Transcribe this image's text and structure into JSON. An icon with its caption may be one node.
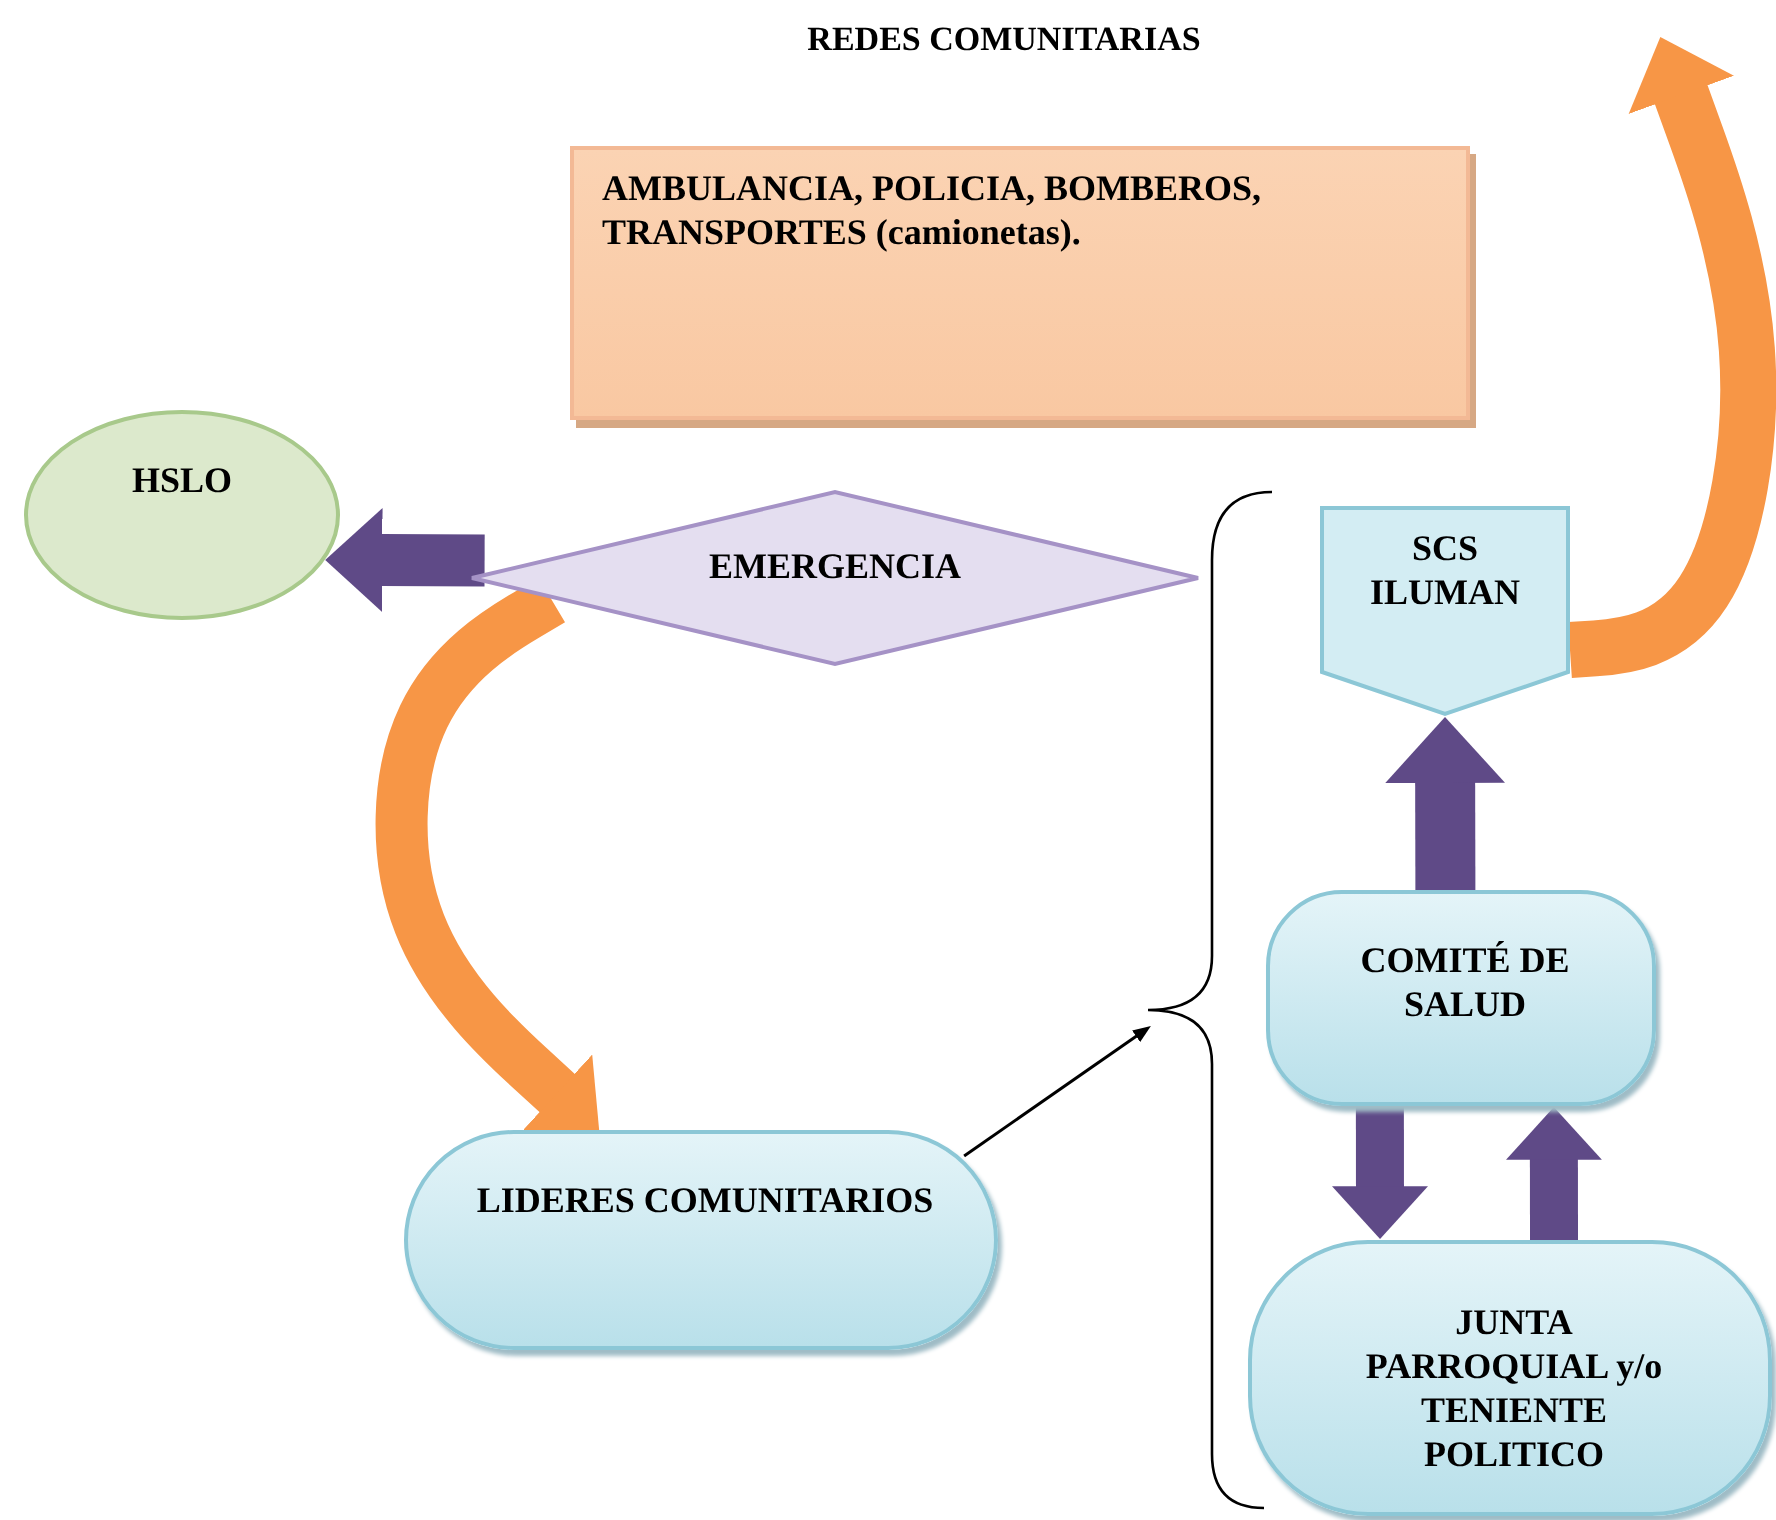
{
  "diagram": {
    "title": "REDES COMUNITARIAS",
    "nodes": [
      {
        "text": [
          "AMBULANCIA, POLICIA,  BOMBEROS, TRANSPORTES (camionetas)."
        ]
      },
      {
        "text": [
          "HSLO"
        ]
      },
      {
        "text": [
          "EMERGENCIA"
        ]
      },
      {
        "text": [
          "SCS ILUMAN"
        ]
      },
      {
        "text": [
          "COMITÉ DE SALUD"
        ]
      },
      {
        "text": [
          "LIDERES COMUNITARIOS"
        ]
      },
      {
        "text": [
          "JUNTA PARROQUIAL y/o TENIENTE POLITICO"
        ]
      },
      {
        "text": [],
        "shape": "bracket"
      }
    ],
    "edges": [
      {
        "from": 2,
        "to": 1,
        "arrow": "to"
      },
      {
        "from": 2,
        "to": 5,
        "arrow": "to",
        "color": "#f79646"
      },
      {
        "from": 3,
        "to": null,
        "arrow": "to",
        "color": "#f79646"
      },
      {
        "from": 4,
        "to": 3,
        "arrow": "to"
      },
      {
        "from": 4,
        "to": 6,
        "arrow": "to"
      },
      {
        "from": 6,
        "to": 4,
        "arrow": "to"
      },
      {
        "from": 5,
        "to": 7,
        "arrow": "to",
        "color": "#000000"
      }
    ]
  }
}
